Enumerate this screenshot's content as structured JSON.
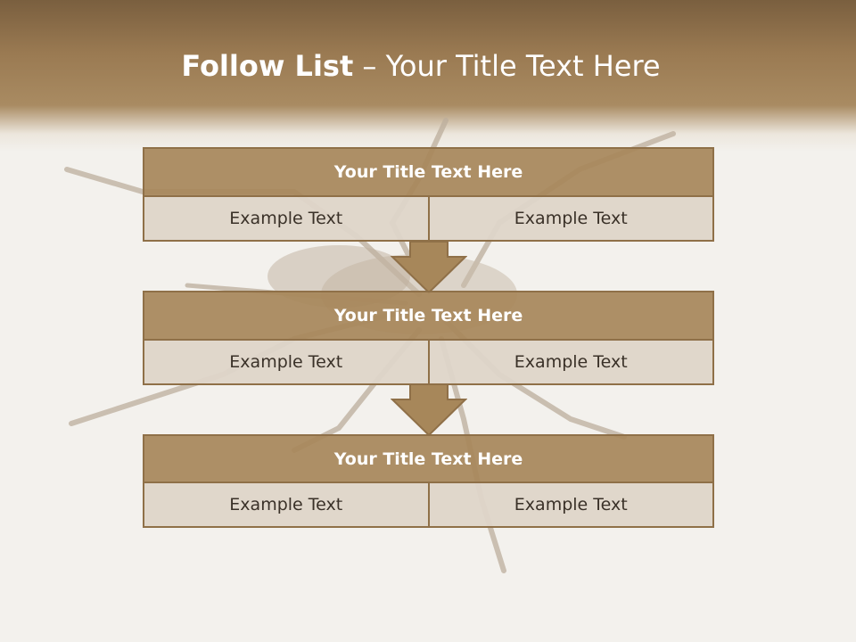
{
  "slide": {
    "title_bold": "Follow List",
    "title_rest": " – Your Title Text Here"
  },
  "blocks": [
    {
      "title": "Your Title Text Here",
      "left": "Example Text",
      "right": "Example Text"
    },
    {
      "title": "Your Title Text Here",
      "left": "Example Text",
      "right": "Example Text"
    },
    {
      "title": "Your Title Text Here",
      "left": "Example Text",
      "right": "Example Text"
    }
  ],
  "colors": {
    "header_band": "#9a7a52",
    "box_title": "#a7875a",
    "box_cell": "#ded5c9",
    "border": "#8f7048"
  }
}
